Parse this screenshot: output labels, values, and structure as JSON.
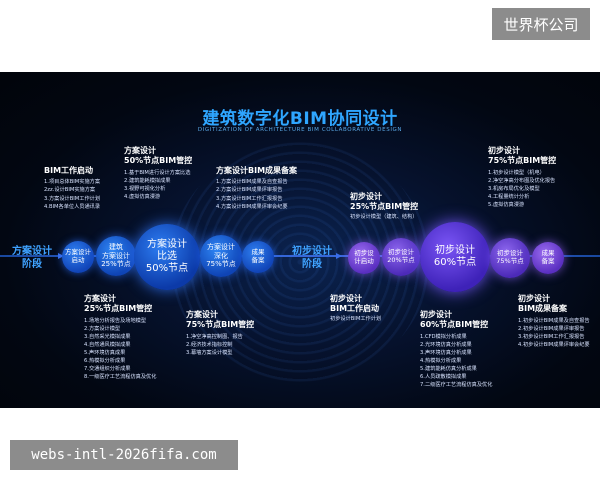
{
  "badge": "世界杯公司",
  "footer_url": "webs-intl-2026fifa.com",
  "title": "建筑数字化BIM协同设计",
  "subtitle": "DIGITIZATION OF ARCHITECTURE BIM COLLABORATIVE DESIGN",
  "phases": {
    "scheme": [
      "方案设计",
      "阶段"
    ],
    "preliminary": [
      "初步设计",
      "阶段"
    ]
  },
  "nodes": {
    "scheme_start": [
      "方案设计",
      "启动"
    ],
    "arch_25": [
      "建筑",
      "方案设计",
      "25%节点"
    ],
    "compare_50": [
      "方案设计",
      "比选",
      "50%节点"
    ],
    "deepen_75": [
      "方案设计",
      "深化",
      "75%节点"
    ],
    "scheme_deliver": [
      "成果",
      "备案"
    ],
    "prelim_start": [
      "初步设",
      "计启动"
    ],
    "prelim_20": [
      "初步设计",
      "20%节点"
    ],
    "prelim_60": [
      "初步设计",
      "60%节点"
    ],
    "prelim_75": [
      "初步设计",
      "75%节点"
    ],
    "prelim_deliver": [
      "成果",
      "备案"
    ]
  },
  "groups": {
    "bim_kickoff": {
      "heading": [
        "BIM工作启动"
      ],
      "items": [
        "1.项目总体BIM实施方案",
        "2zz.设计BIM实施方案",
        "3.方案设计BIM工作计划",
        "4.BIM各单位人员通讯录"
      ]
    },
    "scheme_50": {
      "heading": [
        "方案设计",
        "50%节点BIM管控"
      ],
      "items": [
        "1.基于BIM进行设计方案比选",
        "2.建筑能耗模拟成果",
        "3.视野可视化分析",
        "4.虚拟仿真漫游"
      ]
    },
    "scheme_deliverables": {
      "heading": [
        "方案设计BIM成果备案"
      ],
      "items": [
        "1.方案设计BIM成果及自查报告",
        "2.方案设计BIM成果评审报告",
        "3.方案设计BIM工作汇报报告",
        "4.方案设计BIM成果评审会纪要"
      ]
    },
    "scheme_25": {
      "heading": [
        "方案设计",
        "25%节点BIM管控"
      ],
      "items": [
        "1.场地分析报告及场地模型",
        "2.方案设计模型",
        "3.自然采光模拟成果",
        "4.自然通风模拟成果",
        "5.声环境仿真成果",
        "6.热模拟分析成果",
        "7.交通组织分析成果",
        "8.一级医疗工艺流程仿真及优化"
      ]
    },
    "scheme_75": {
      "heading": [
        "方案设计",
        "75%节点BIM管控"
      ],
      "items": [
        "1.净空净高控制图、报告",
        "2.经济技术指标控制",
        "3.幕墙方案设计模型"
      ]
    },
    "prelim_25": {
      "heading": [
        "初步设计",
        "25%节点BIM管控"
      ],
      "note": "初步设计模型（建筑、结构）"
    },
    "prelim_kickoff": {
      "heading": [
        "初步设计",
        "BIM工作启动"
      ],
      "note": "初步设计BIM工作计划"
    },
    "prelim_60g": {
      "heading": [
        "初步设计",
        "60%节点BIM管控"
      ],
      "items": [
        "1.CFD模拟分析成果",
        "2.光环境仿真分析成果",
        "3.声环境仿真分析成果",
        "4.热模拟分析成果",
        "5.建筑能耗仿真分析成果",
        "6.人员疏散模拟成果",
        "7.二级医疗工艺流程仿真及优化"
      ]
    },
    "prelim_75g": {
      "heading": [
        "初步设计",
        "75%节点BIM管控"
      ],
      "items": [
        "1.初步设计模型（机电）",
        "2.净空净高分布图及优化报告",
        "3.机房布局优化及模型",
        "4.工程量统计分析",
        "5.虚拟仿真漫游"
      ]
    },
    "prelim_deliverables": {
      "heading": [
        "初步设计",
        "BIM成果备案"
      ],
      "items": [
        "1.初步设计BIM成果及自查报告",
        "2.初步设计BIM成果评审报告",
        "3.初步设计BIM工作汇报报告",
        "4.初步设计BIM成果评审会纪要"
      ]
    }
  }
}
